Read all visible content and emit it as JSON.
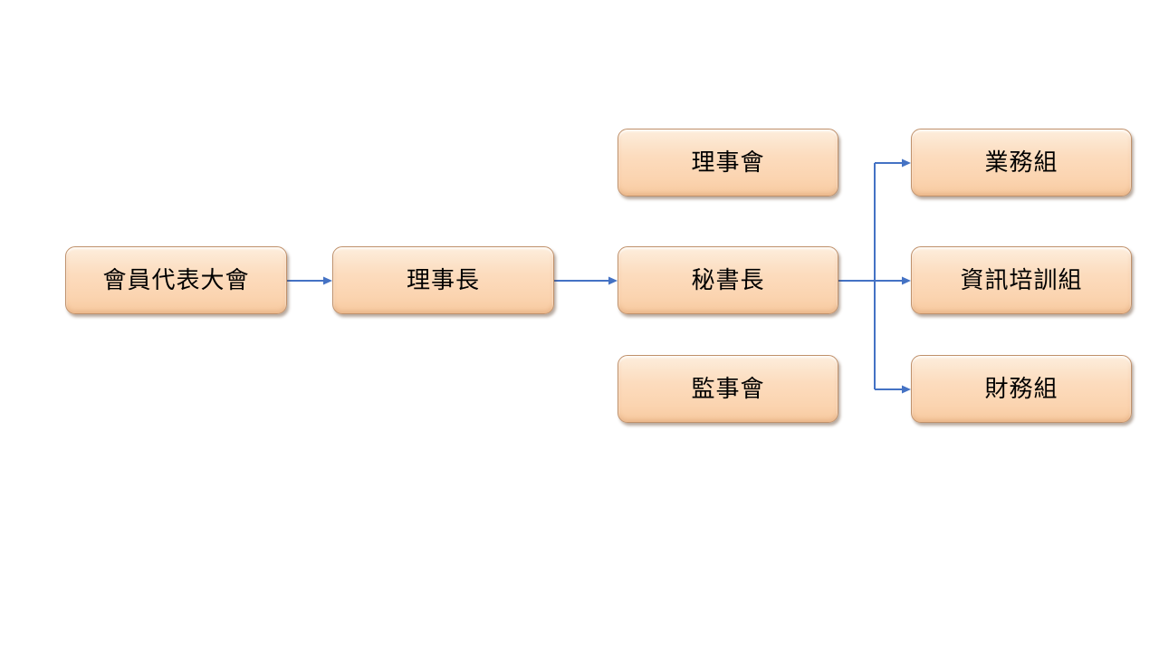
{
  "diagram": {
    "type": "org-chart",
    "background_color": "#ffffff",
    "colors": {
      "node_fill_top": "#fdeedd",
      "node_fill_bottom": "#f7caa0",
      "node_border": "#c0916b",
      "connector": "#4472c4",
      "text": "#000000"
    },
    "nodes": [
      {
        "id": "member-congress",
        "label": "會員代表大會"
      },
      {
        "id": "chairman",
        "label": "理事長"
      },
      {
        "id": "board-of-directors",
        "label": "理事會"
      },
      {
        "id": "secretary-general",
        "label": "秘書長"
      },
      {
        "id": "board-of-supervisors",
        "label": "監事會"
      },
      {
        "id": "business-group",
        "label": "業務組"
      },
      {
        "id": "info-training-group",
        "label": "資訊培訓組"
      },
      {
        "id": "finance-group",
        "label": "財務組"
      }
    ],
    "edges": [
      {
        "from": "member-congress",
        "to": "chairman",
        "arrow": true
      },
      {
        "from": "chairman",
        "to": "secretary-general",
        "arrow": true
      },
      {
        "from": "secretary-general",
        "to": "business-group",
        "arrow": true
      },
      {
        "from": "secretary-general",
        "to": "info-training-group",
        "arrow": true
      },
      {
        "from": "secretary-general",
        "to": "finance-group",
        "arrow": true
      }
    ]
  }
}
